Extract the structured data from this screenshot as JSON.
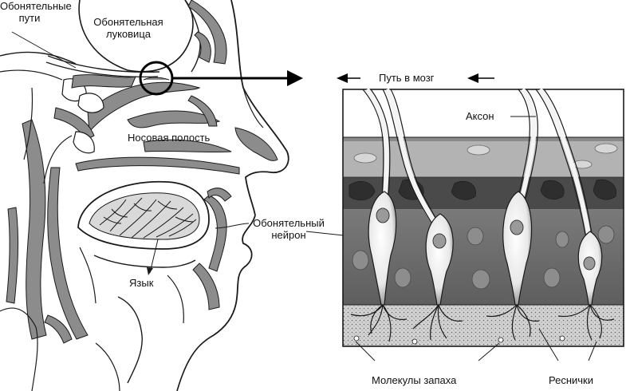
{
  "labels": {
    "olfactory_tracts_line1": "Обонятельные",
    "olfactory_tracts_line2": "пути",
    "olfactory_bulb_line1": "Обонятельная",
    "olfactory_bulb_line2": "луковица",
    "nasal_cavity": "Носовая полость",
    "tongue": "Язык",
    "olfactory_neuron_line1": "Обонятельный",
    "olfactory_neuron_line2": "нейрон",
    "path_to_brain": "Путь в мозг",
    "axon": "Аксон",
    "odor_molecules": "Молекулы запаха",
    "cilia": "Реснички"
  },
  "colors": {
    "outline": "#1a1a1a",
    "gray_tissue": "#8c8c8c",
    "light_fill": "#d9d9d9",
    "dark_cells": "#3a3a3a",
    "mid_layer": "#6e6e6e",
    "mucus": "#c8c8c8"
  }
}
